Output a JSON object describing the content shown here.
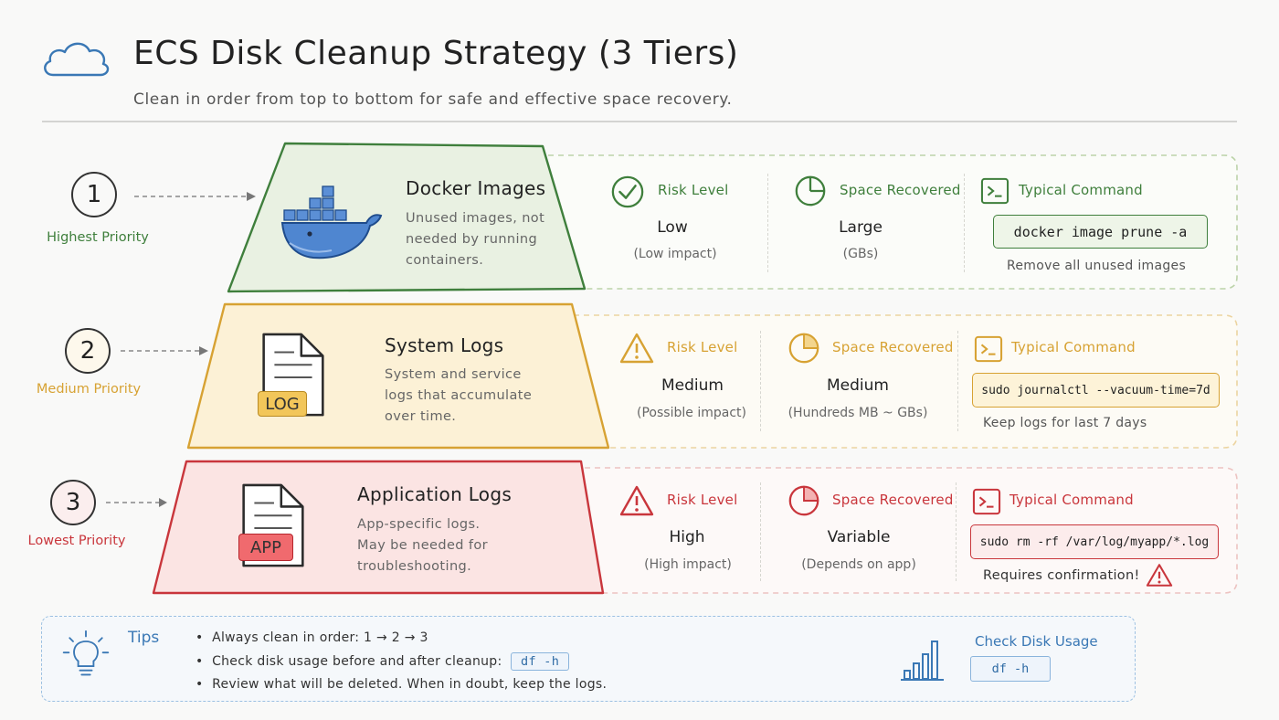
{
  "header": {
    "title": "ECS Disk Cleanup Strategy (3 Tiers)",
    "subtitle": "Clean in order from top to bottom for safe and effective space recovery."
  },
  "colors": {
    "green": "#3f7f3c",
    "green_fill": "#e9f1e2",
    "yellow": "#d7a233",
    "yellow_fill": "#fcf1d6",
    "red": "#c9363c",
    "red_fill": "#fbe4e3",
    "blue": "#3a78b5"
  },
  "tiers": [
    {
      "number": "1",
      "priority": "Highest Priority",
      "title": "Docker Images",
      "desc": [
        "Unused images, not",
        "needed by running",
        "containers."
      ],
      "icon": "docker-whale-icon",
      "risk_label": "Risk Level",
      "risk_value": "Low",
      "risk_sub": "(Low impact)",
      "space_label": "Space Recovered",
      "space_value": "Large",
      "space_sub": "(GBs)",
      "cmd_label": "Typical Command",
      "cmd": "docker image prune -a",
      "cmd_note": "Remove all unused images"
    },
    {
      "number": "2",
      "priority": "Medium Priority",
      "title": "System Logs",
      "desc": [
        "System and service",
        "logs that accumulate",
        "over time."
      ],
      "icon": "log-file-icon",
      "badge": "LOG",
      "risk_label": "Risk Level",
      "risk_value": "Medium",
      "risk_sub": "(Possible impact)",
      "space_label": "Space Recovered",
      "space_value": "Medium",
      "space_sub": "(Hundreds MB ~ GBs)",
      "cmd_label": "Typical Command",
      "cmd": "sudo journalctl --vacuum-time=7d",
      "cmd_note": "Keep logs for last 7 days"
    },
    {
      "number": "3",
      "priority": "Lowest Priority",
      "title": "Application Logs",
      "desc": [
        "App-specific logs.",
        "May be needed for",
        "troubleshooting."
      ],
      "icon": "app-file-icon",
      "badge": "APP",
      "risk_label": "Risk Level",
      "risk_value": "High",
      "risk_sub": "(High impact)",
      "space_label": "Space Recovered",
      "space_value": "Variable",
      "space_sub": "(Depends on app)",
      "cmd_label": "Typical Command",
      "cmd": "sudo rm -rf /var/log/myapp/*.log",
      "cmd_note": "Requires confirmation!"
    }
  ],
  "tips": {
    "title": "Tips",
    "line1": "Always clean in order: 1 → 2 → 3",
    "line2": "Check disk usage before and after cleanup:",
    "line2_code": "df -h",
    "line3": "Review what will be deleted. When in doubt, keep the logs."
  },
  "check": {
    "title": "Check Disk Usage",
    "code": "df -h"
  }
}
